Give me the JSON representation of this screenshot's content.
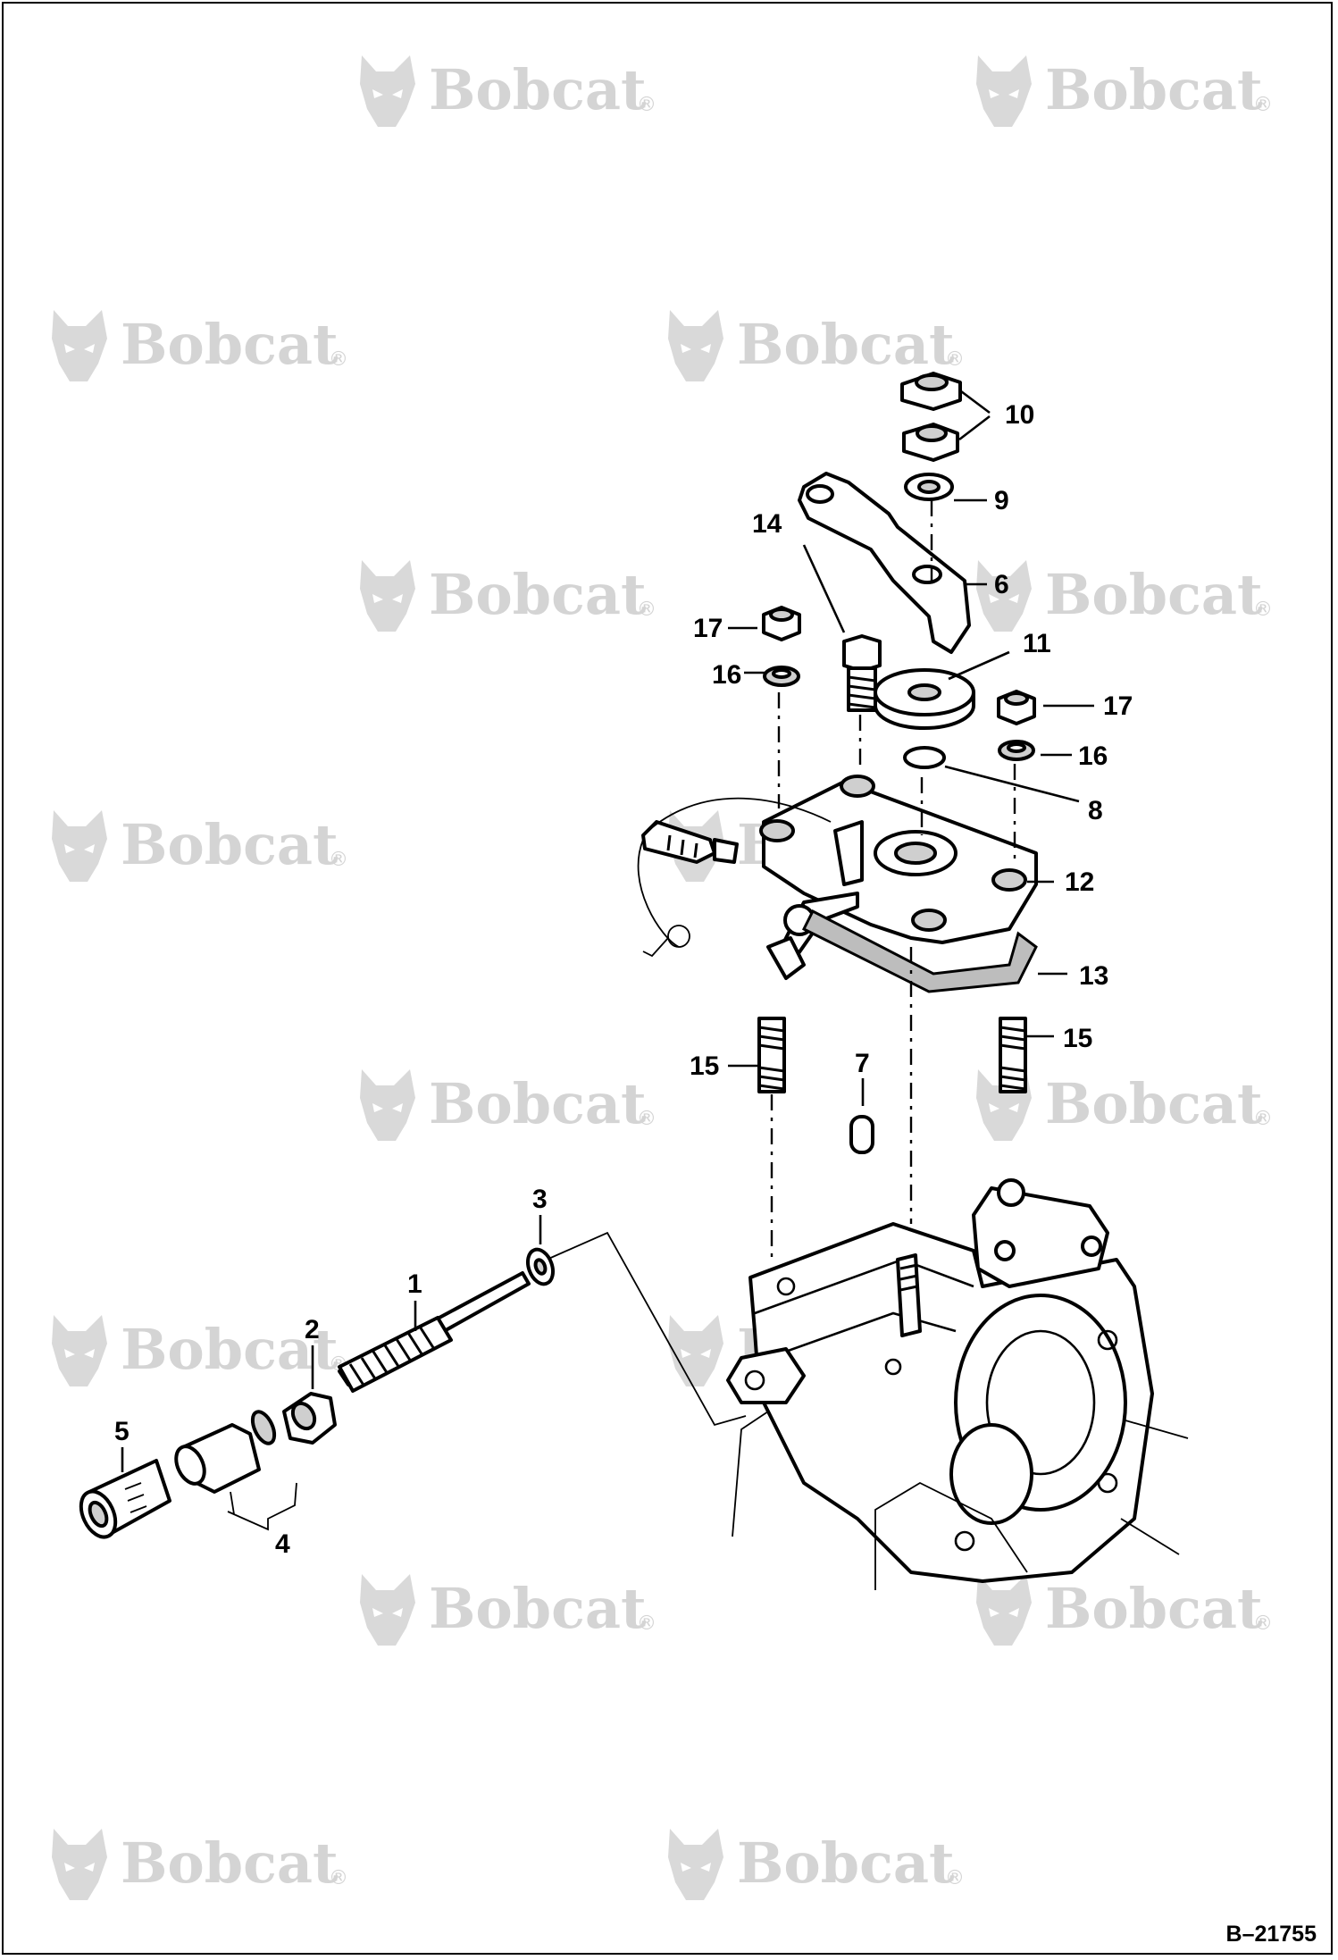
{
  "watermark": {
    "text": "Bobcat",
    "reg_mark": "®"
  },
  "callouts": {
    "p1": "1",
    "p2": "2",
    "p3": "3",
    "p4": "4",
    "p5": "5",
    "p6": "6",
    "p7": "7",
    "p8": "8",
    "p9": "9",
    "p10": "10",
    "p11": "11",
    "p12": "12",
    "p13": "13",
    "p14": "14",
    "p15a": "15",
    "p15b": "15",
    "p16a": "16",
    "p16b": "16",
    "p17a": "17",
    "p17b": "17"
  },
  "drawing_code": "B–21755"
}
